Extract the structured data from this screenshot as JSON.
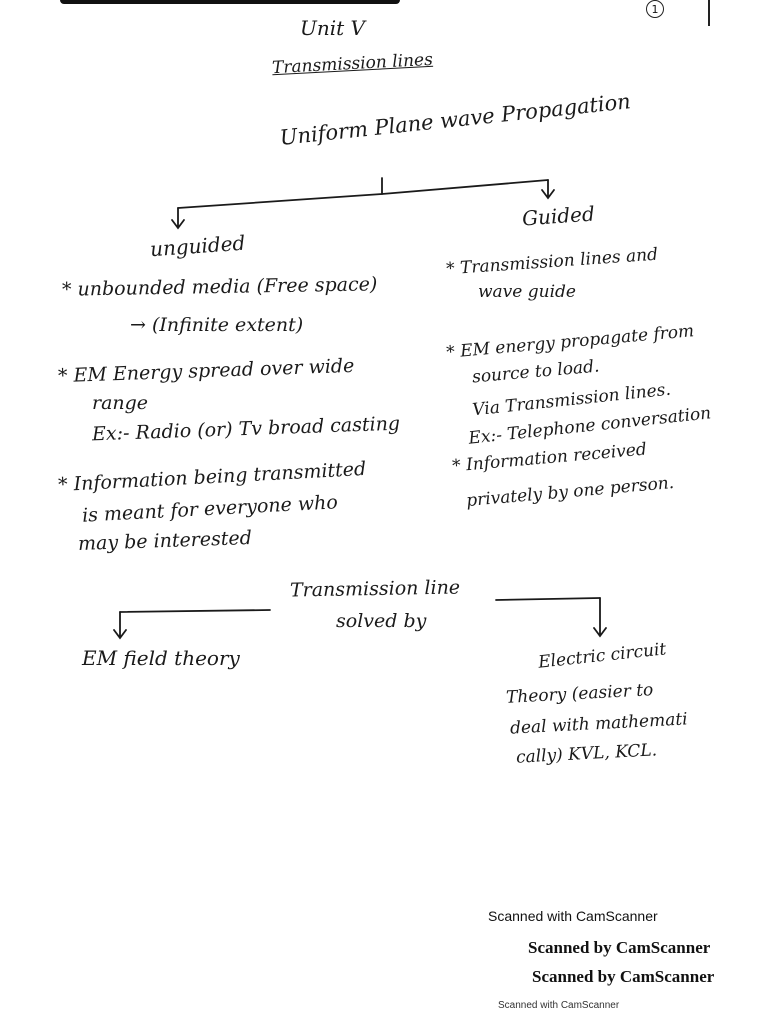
{
  "header": {
    "unit": "Unit V",
    "title": "Transmission lines",
    "page_number": "1"
  },
  "main_heading": "Uniform Plane wave Propagation",
  "branches": {
    "left_label": "unguided",
    "right_label": "Guided"
  },
  "unguided": {
    "b1": "* unbounded media (Free space)",
    "b1_note": "→ (Infinite extent)",
    "b2_line1": "* EM Energy spread over wide",
    "b2_line2": "range",
    "b2_example": "Ex:- Radio (or) Tv broad casting",
    "b3_line1": "* Information being transmitted",
    "b3_line2": "is meant for everyone who",
    "b3_line3": "may be interested"
  },
  "guided": {
    "b1_line1": "* Transmission lines and",
    "b1_line2": "wave guide",
    "b2_line1": "* EM energy propagate from",
    "b2_line2": "source to load.",
    "b2_line3": "Via Transmission lines.",
    "b2_example": "Ex:- Telephone conversation",
    "b3_line1": "* Information received",
    "b3_line2": "privately by one person."
  },
  "tl_section": {
    "line1": "Transmission line",
    "line2": "solved by",
    "left": "EM field theory",
    "right_line1": "Electric circuit",
    "right_line2": "Theory (easier to",
    "right_line3": "deal with mathemati",
    "right_line4": "cally) KVL, KCL."
  },
  "watermarks": {
    "w1": "Scanned with CamScanner",
    "w2": "Scanned by CamScanner",
    "w3": "Scanned by CamScanner",
    "w4": "Scanned with CamScanner"
  },
  "colors": {
    "ink": "#1a1a1a",
    "paper": "#ffffff"
  }
}
